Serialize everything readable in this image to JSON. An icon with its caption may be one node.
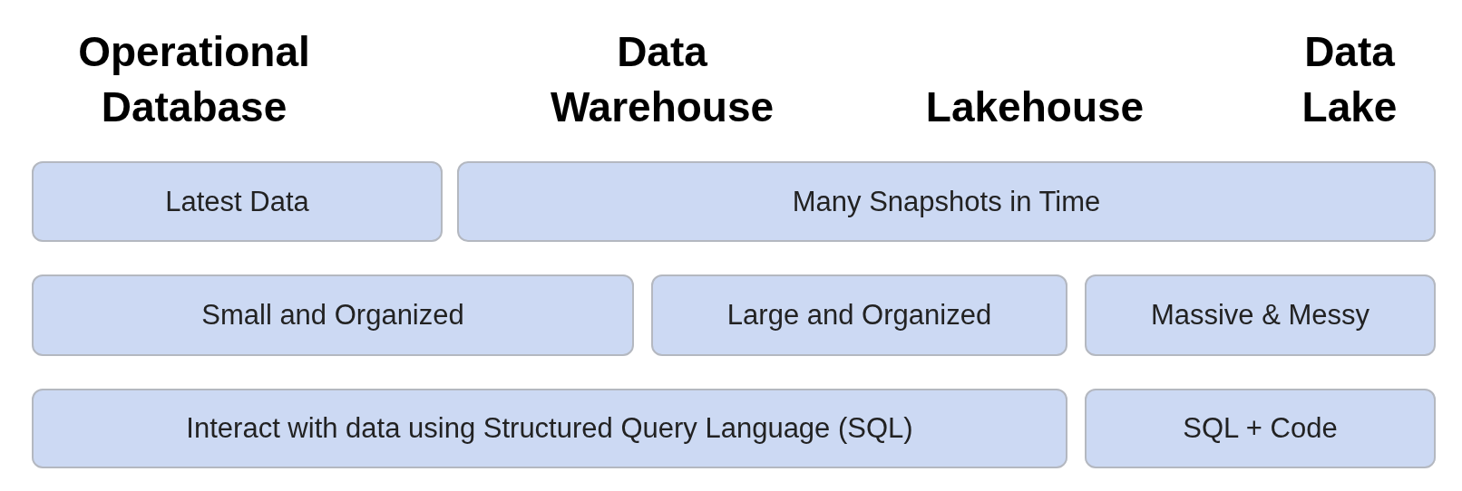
{
  "diagram": {
    "nodes": [
      {
        "text": [
          "Latest Data"
        ]
      },
      {
        "text": [
          "Many Snapshots in Time"
        ]
      },
      {
        "text": [
          "Small and Organized"
        ]
      },
      {
        "text": [
          "Large and Organized"
        ]
      },
      {
        "text": [
          "Massive & Messy"
        ]
      },
      {
        "text": [
          "Interact with data using Structured Query Language (SQL)"
        ]
      },
      {
        "text": [
          "SQL + Code"
        ]
      }
    ],
    "edges": [],
    "labels": [
      "Operational Database",
      "Data Warehouse",
      "Lakehouse",
      "Data Lake"
    ]
  }
}
